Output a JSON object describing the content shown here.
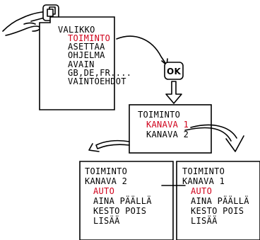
{
  "menu": {
    "title": "VALIKKO",
    "items": [
      "TOIMINTO",
      "ASETTAA",
      "OHJELMA",
      "AVAIN",
      "GB,DE,FR....",
      "VAINTOEHDOT"
    ]
  },
  "ok_button": {
    "label": "OK"
  },
  "function_menu": {
    "title": "TOIMINTO",
    "items": [
      "KANAVA 1",
      "KANAVA 2"
    ]
  },
  "channel2_menu": {
    "title": "TOIMINTO",
    "subtitle": "KANAVA 2",
    "items": [
      "AUTO",
      "AINA PÄÄLLÄ",
      "KESTO POIS",
      "LISÄÄ"
    ]
  },
  "channel1_menu": {
    "title": "TOIMINTO",
    "subtitle": "KANAVA 1",
    "items": [
      "AUTO",
      "AINA PÄÄLLÄ",
      "KESTO POIS",
      "LISÄÄ"
    ]
  },
  "colors": {
    "highlight": "#d0021b",
    "ink": "#000000",
    "background": "#ffffff"
  },
  "icons": [
    "pointing-hand-icon",
    "menu-key-icon",
    "ok-key-icon",
    "arrow-down-icon",
    "curved-arrow-icon"
  ]
}
